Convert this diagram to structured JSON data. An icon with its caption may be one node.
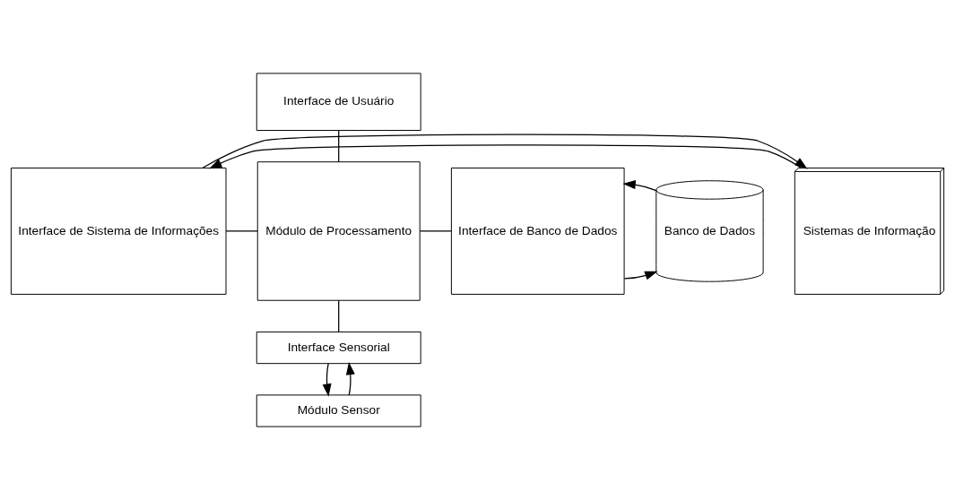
{
  "diagram": {
    "nodes": [
      {
        "text": [
          "Interface de Usuário"
        ]
      },
      {
        "text": [
          "Sistemas de Informação"
        ]
      },
      {
        "text": [
          "Interface de Sistema de Informações"
        ]
      },
      {
        "text": [
          "Módulo de Processamento"
        ]
      },
      {
        "text": [
          "Interface de Banco de Dados"
        ]
      },
      {
        "text": [
          "Banco de Dados"
        ]
      },
      {
        "text": [
          "Interface Sensorial"
        ]
      },
      {
        "text": [
          "Módulo Sensor"
        ]
      }
    ],
    "edges": [
      {
        "from": 0,
        "to": 3,
        "arrow": "none"
      },
      {
        "from": 1,
        "to": 2,
        "arrow": "to"
      },
      {
        "from": 2,
        "to": 1,
        "arrow": "to"
      },
      {
        "from": 2,
        "to": 3,
        "arrow": "none"
      },
      {
        "from": 3,
        "to": 4,
        "arrow": "none"
      },
      {
        "from": 4,
        "to": 5,
        "arrow": "to"
      },
      {
        "from": 5,
        "to": 4,
        "arrow": "to"
      },
      {
        "from": 3,
        "to": 6,
        "arrow": "none"
      },
      {
        "from": 6,
        "to": 7,
        "arrow": "to"
      },
      {
        "from": 7,
        "to": 6,
        "arrow": "to"
      }
    ]
  }
}
